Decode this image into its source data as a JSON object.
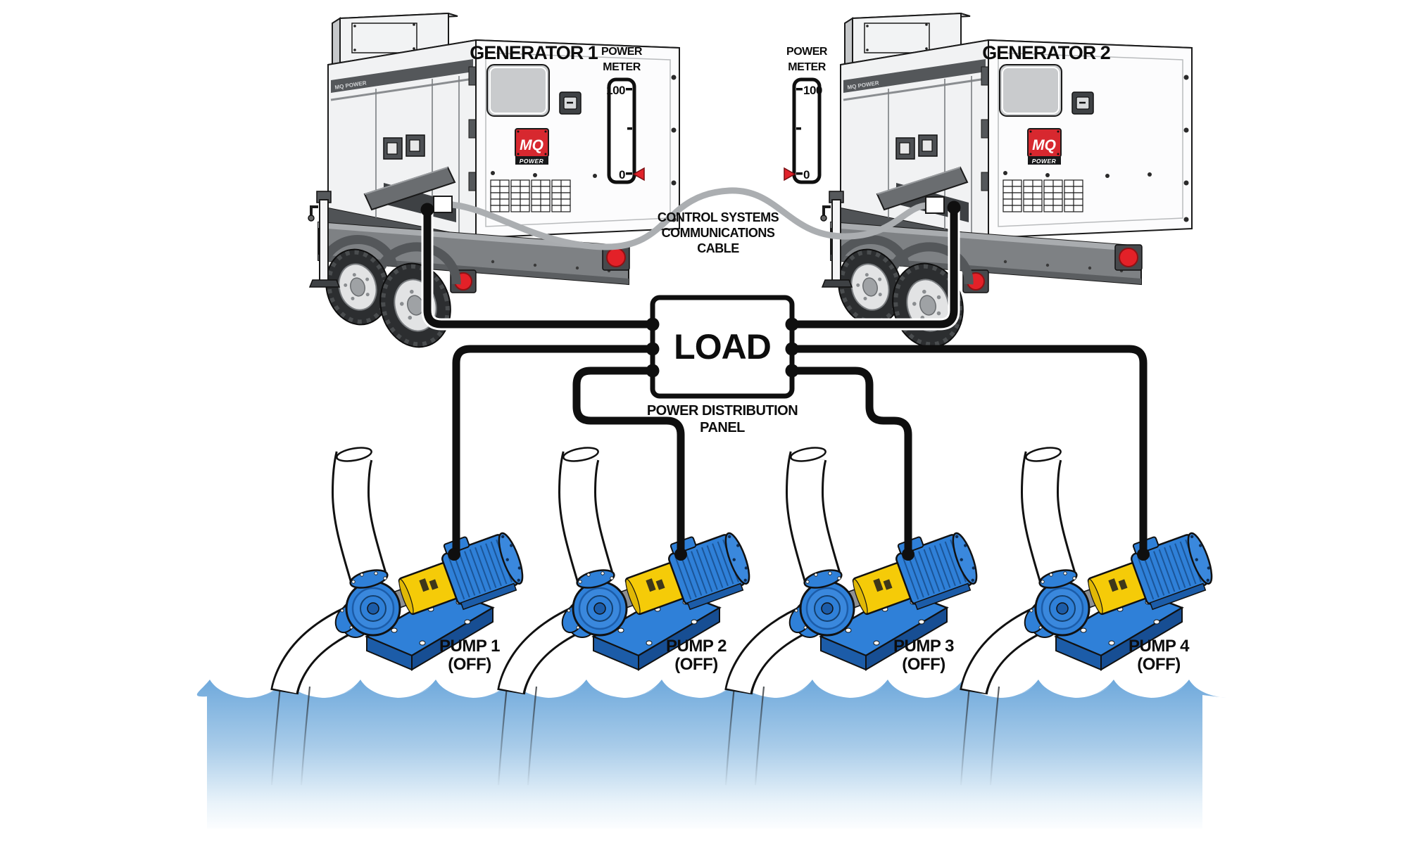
{
  "generators": [
    {
      "label": "GENERATOR 1"
    },
    {
      "label": "GENERATOR 2"
    }
  ],
  "brand": {
    "logo": "MQ",
    "logo_sub": "POWER",
    "stripe": "MQ POWER"
  },
  "power_meters": [
    {
      "title_line1": "POWER",
      "title_line2": "METER",
      "max": "100",
      "min": "0",
      "value": "0",
      "scale_side": "right"
    },
    {
      "title_line1": "POWER",
      "title_line2": "METER",
      "max": "100",
      "min": "0",
      "value": "0",
      "scale_side": "left"
    }
  ],
  "comms_cable": {
    "label_line1": "CONTROL SYSTEMS",
    "label_line2": "COMMUNICATIONS",
    "label_line3": "CABLE"
  },
  "load_panel": {
    "title": "LOAD",
    "caption_line1": "POWER DISTRIBUTION",
    "caption_line2": "PANEL"
  },
  "pumps": [
    {
      "name": "PUMP 1",
      "status": "(OFF)"
    },
    {
      "name": "PUMP 2",
      "status": "(OFF)"
    },
    {
      "name": "PUMP 3",
      "status": "(OFF)"
    },
    {
      "name": "PUMP 4",
      "status": "(OFF)"
    }
  ],
  "colors": {
    "pump_blue": "#2F80D8",
    "pump_blue_dark": "#1C5CA8",
    "coupling_yellow": "#F5CB08",
    "indicator_red": "#E1222A",
    "tail_light_red": "#E32128",
    "water_top": "#6FA9DC",
    "cable_black": "#0F0F0F",
    "comms_grey": "#ABAEB1",
    "logo_red": "#D7282F"
  }
}
